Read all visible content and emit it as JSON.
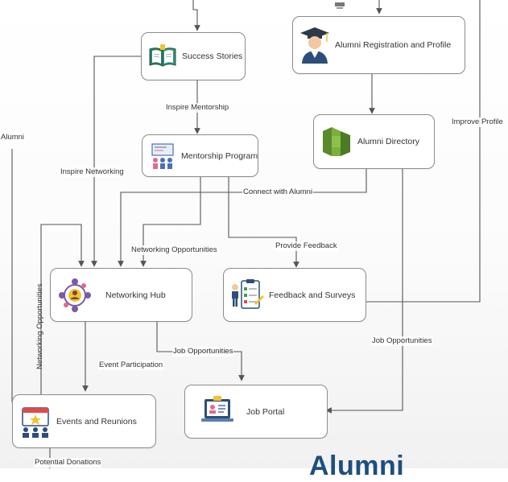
{
  "nodes": {
    "success_stories": "Success Stories",
    "alumni_registration": "Alumni Registration and Profile",
    "mentorship_program": "Mentorship Program",
    "alumni_directory": "Alumni Directory",
    "networking_hub": "Networking Hub",
    "feedback_surveys": "Feedback and Surveys",
    "events_reunions": "Events and Reunions",
    "job_portal": "Job Portal"
  },
  "edges": {
    "inspire_mentorship": "Inspire Mentorship",
    "inspire_networking": "Inspire Networking",
    "connect_with_alumni": "Connect with Alumni",
    "networking_opportunities": "Networking Opportunities",
    "networking_opportunities_vertical": "Networking Opportunities",
    "provide_feedback": "Provide Feedback",
    "improve_profile": "Improve Profile",
    "job_opportunities_hub": "Job Opportunities",
    "job_opportunities_directory": "Job Opportunities",
    "event_participation": "Event Participation",
    "potential_donations": "Potential Donations",
    "alumni_left": "Alumni"
  },
  "title_fragment": "Alumni",
  "colors": {
    "title": "#1d4f7c",
    "line": "#555555",
    "border": "#8c8c8c"
  }
}
